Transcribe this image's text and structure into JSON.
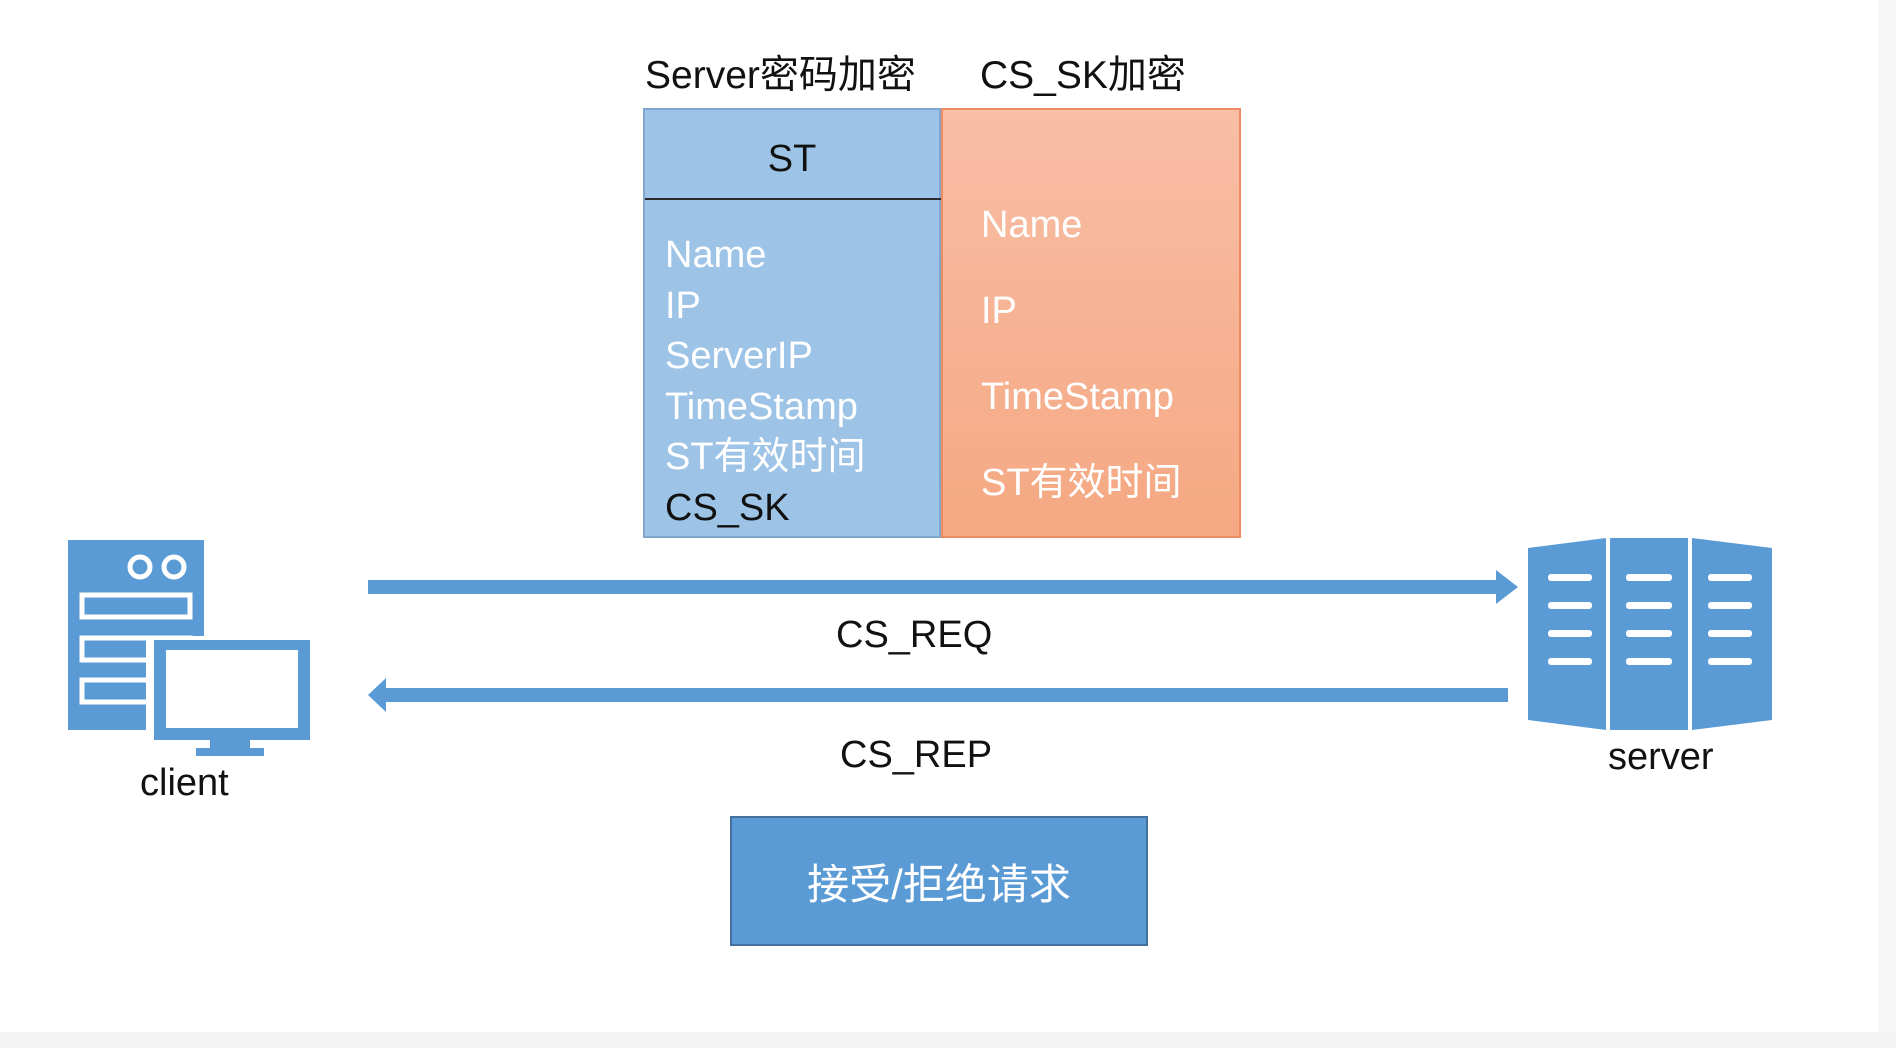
{
  "headers": {
    "server_encrypt": "Server密码加密",
    "cs_sk_encrypt": "CS_SK加密"
  },
  "st_box": {
    "title": "ST",
    "fields": [
      "Name",
      "IP",
      "ServerIP",
      "TimeStamp",
      "ST有效时间",
      "CS_SK"
    ]
  },
  "cs_sk_box": {
    "fields": [
      "Name",
      "IP",
      "TimeStamp",
      "ST有效时间"
    ]
  },
  "arrows": {
    "request_label": "CS_REQ",
    "reply_label": "CS_REP"
  },
  "nodes": {
    "client_label": "client",
    "server_label": "server"
  },
  "action": {
    "label": "接受/拒绝请求"
  },
  "colors": {
    "st_box": "#9dc3e6",
    "cs_sk_box": "#f5a882",
    "arrow": "#5b9bd5",
    "icon": "#5b9bd5",
    "action_box": "#5b9bd5"
  }
}
